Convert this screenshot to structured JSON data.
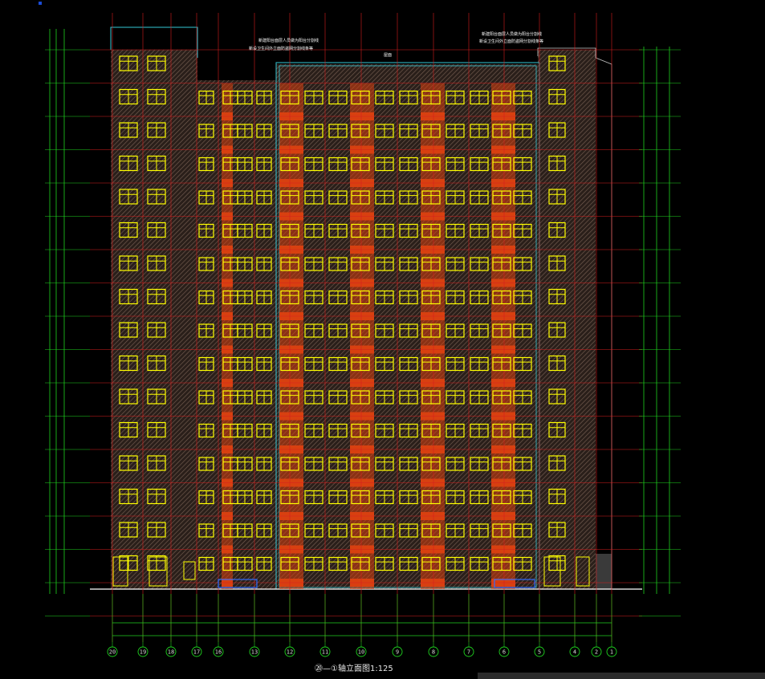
{
  "drawing": {
    "title": "⑳—①轴立面图1:125",
    "note_left": [
      "新建阳台面层人员做为阳台分割线",
      "新设卫生间外立面防盗网分割线条等"
    ],
    "note_right": [
      "新建阳台面层人员做为阳台分割线",
      "新设卫生间外立面防盗网分割线条等"
    ],
    "roof_label": "屋面",
    "axis_labels": [
      "20",
      "19",
      "18",
      "17",
      "16",
      "13",
      "12",
      "11",
      "10",
      "9",
      "8",
      "7",
      "6",
      "5",
      "4",
      "2",
      "1"
    ]
  },
  "colors": {
    "background": "#000000",
    "grid_red": "#d61e1e",
    "window_yellow": "#ffff00",
    "panel_orange": "#d84010",
    "dimension_green": "#1fd11f",
    "outline_cyan": "#35c7d6",
    "wall_hatch": "#6a5448"
  },
  "icons": {
    "axis_bubble": "circle-axis-marker",
    "elevation_mark": "elevation-triangle-marker"
  }
}
